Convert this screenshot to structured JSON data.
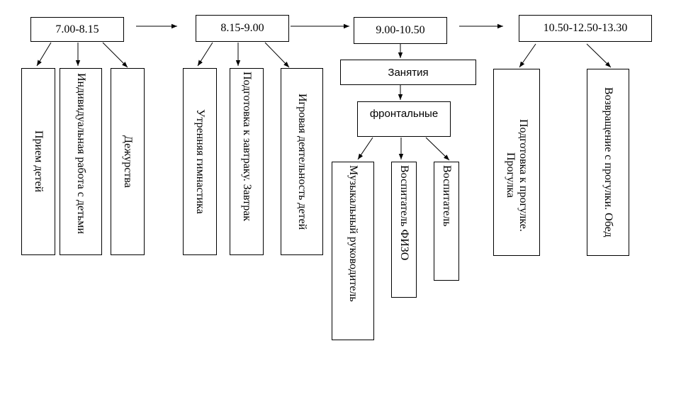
{
  "times": [
    "7.00-8.15",
    "8.15-9.00",
    "9.00-10.50",
    "10.50-12.50-13.30"
  ],
  "group1": [
    "Прием детей",
    "Индивидуальная работа с детьми",
    "Дежурства"
  ],
  "group2": [
    "Утренняя гимнастика",
    "Подготовка к завтраку. Завтрак",
    "Игровая деятельность детей"
  ],
  "group3": {
    "classes": "Занятия",
    "frontal": "фронтальные",
    "leaders": [
      "Музыкальный руководитель",
      "Воспитатель ФИЗО",
      "Воспитатель"
    ]
  },
  "group4": [
    "Подготовка к прогулке. Прогулка",
    "Возвращение с прогулки. Обед"
  ],
  "colors": {
    "line": "#000000",
    "background": "#ffffff"
  }
}
